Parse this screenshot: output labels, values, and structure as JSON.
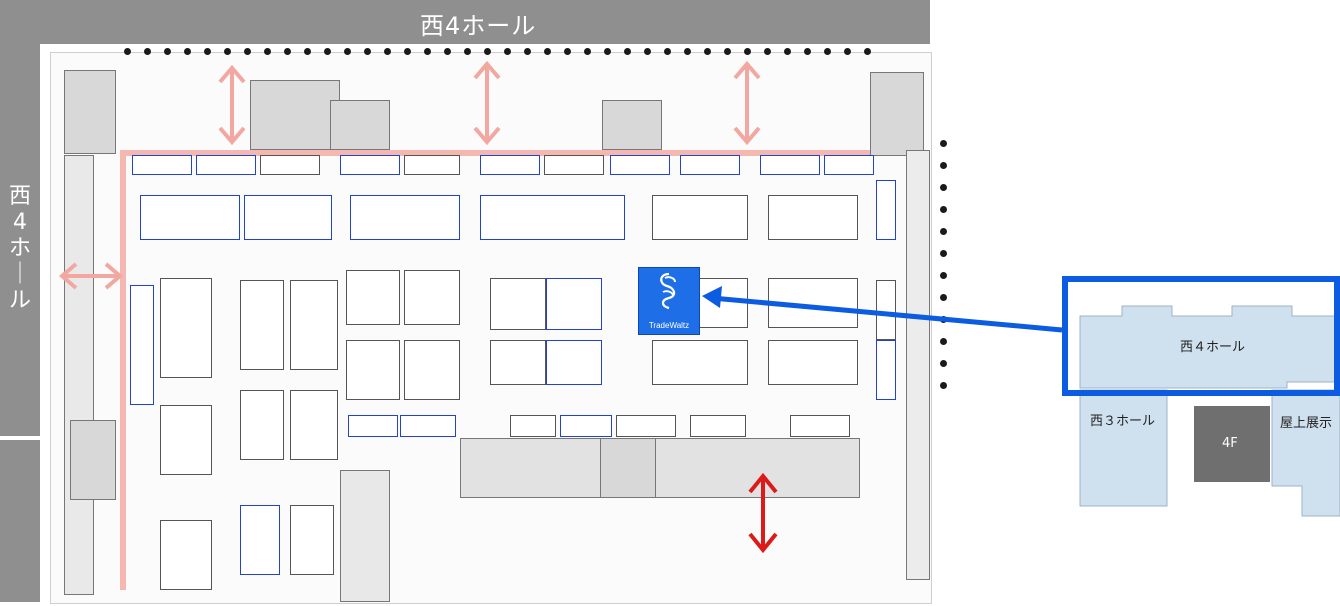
{
  "map": {
    "hall_banner_top": "西4ホール",
    "hall_banner_left": "西\n4\nホ\n｜\nル",
    "marker": {
      "label": "TradeWaltz",
      "color": "#1e6ee8"
    },
    "highlight_color": "#0b5ce0",
    "colors": {
      "banner": "#8f8f8f",
      "minimap_hall": "#cfe0ef",
      "minimap_4f": "#6f6f6f",
      "arrow_red": "#dd1a1a",
      "arrow_pink": "#f2a8a0"
    }
  },
  "minimap": {
    "hall4_label": "西４ホール",
    "hall3_label": "西３ホール",
    "rooftop_label": "屋上展示",
    "floor_label": "4F"
  }
}
